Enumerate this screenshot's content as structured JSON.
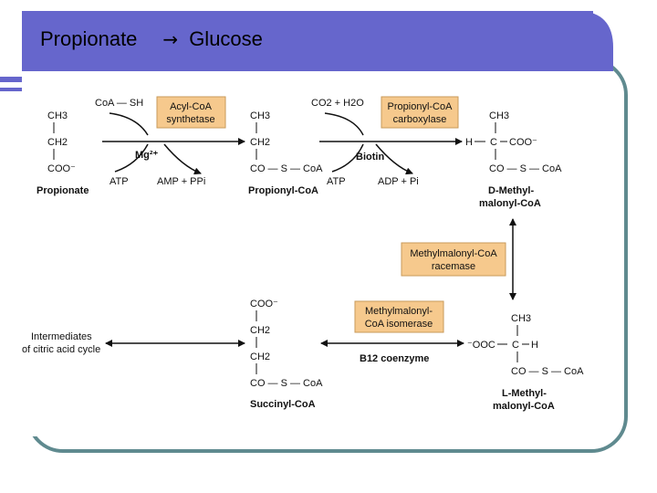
{
  "slide": {
    "title_left": "Propionate",
    "title_arrow": "→",
    "title_right": "Glucose",
    "colors": {
      "banner": "#6666cc",
      "frame": "#5f8a8f",
      "enzyme_box": "#f6c98d",
      "enzyme_border": "#c89a5a"
    }
  },
  "pathway": {
    "propionate": {
      "ch3": "CH3",
      "ch2": "CH2",
      "coo": "COO⁻",
      "name": "Propionate"
    },
    "step1": {
      "cofactor_in": "CoA — SH",
      "enzyme_line1": "Acyl-CoA",
      "enzyme_line2": "synthetase",
      "metal": "Mg²⁺",
      "atp": "ATP",
      "products": "AMP + PPi"
    },
    "propionyl_coa": {
      "ch3": "CH3",
      "ch2": "CH2",
      "co": "CO — S — CoA",
      "name": "Propionyl-CoA"
    },
    "step2": {
      "cosubstrates": "CO2 + H2O",
      "enzyme_line1": "Propionyl-CoA",
      "enzyme_line2": "carboxylase",
      "cofactor": "Biotin",
      "atp": "ATP",
      "products": "ADP + Pi"
    },
    "d_methylmalonyl": {
      "ch3": "CH3",
      "h": "H",
      "c": "C",
      "coo": "COO⁻",
      "co": "CO — S — CoA",
      "name_line1": "D-Methyl-",
      "name_line2": "malonyl-CoA"
    },
    "step3": {
      "enzyme_line1": "Methylmalonyl-CoA",
      "enzyme_line2": "racemase"
    },
    "l_methylmalonyl": {
      "ch3": "CH3",
      "ooc": "⁻OOC",
      "c": "C",
      "h": "H",
      "co": "CO — S — CoA",
      "name_line1": "L-Methyl-",
      "name_line2": "malonyl-CoA"
    },
    "step4": {
      "enzyme_line1": "Methylmalonyl-",
      "enzyme_line2": "CoA isomerase",
      "cofactor": "B12 coenzyme"
    },
    "succinyl_coa": {
      "coo": "COO⁻",
      "ch2a": "CH2",
      "ch2b": "CH2",
      "co": "CO — S — CoA",
      "name": "Succinyl-CoA"
    },
    "tca": {
      "line1": "Intermediates",
      "line2": "of citric acid cycle"
    }
  }
}
